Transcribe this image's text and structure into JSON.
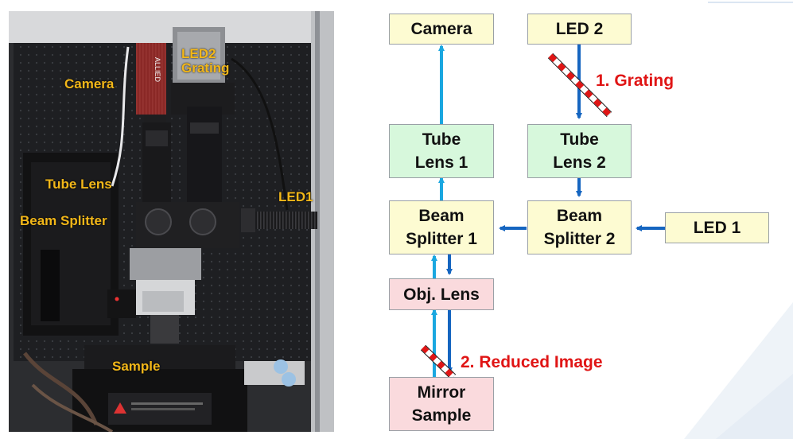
{
  "photo": {
    "labels": {
      "camera": "Camera",
      "led2_grating": "LED2\nGrating",
      "tube_lens": "Tube Lens",
      "beam_splitter": "Beam Splitter",
      "led1": "LED1",
      "sample": "Sample"
    },
    "label_color": "#f2b719",
    "device_brand": "///ALLIED"
  },
  "diagram": {
    "boxes": {
      "camera": "Camera",
      "led2": "LED 2",
      "tube_lens_1": "Tube\nLens 1",
      "tube_lens_2": "Tube\nLens 2",
      "beam_splitter_1": "Beam\nSplitter 1",
      "beam_splitter_2": "Beam\nSplitter 2",
      "led1": "LED 1",
      "obj_lens": "Obj. Lens",
      "mirror_sample": "Mirror\nSample"
    },
    "annotations": {
      "grating": "1. Grating",
      "reduced_image": "2. Reduced Image"
    },
    "colors": {
      "light_source": "#fdfbd2",
      "optics": "#d7f8dc",
      "object": "#fadadd",
      "arrow_light_blue": "#1aa7e0",
      "arrow_dark_blue": "#1565c0",
      "annotation_red": "#e01515"
    }
  }
}
